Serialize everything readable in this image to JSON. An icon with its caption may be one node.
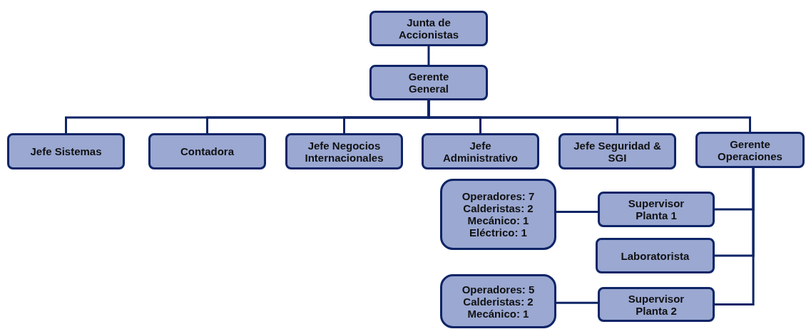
{
  "diagram": {
    "nodes": [
      {
        "text": [
          "Junta de Accionistas"
        ]
      },
      {
        "text": [
          "Gerente General"
        ]
      },
      {
        "text": [
          "Jefe Sistemas"
        ]
      },
      {
        "text": [
          "Contadora"
        ]
      },
      {
        "text": [
          "Jefe Negocios Internacionales"
        ]
      },
      {
        "text": [
          "Jefe Administrativo"
        ]
      },
      {
        "text": [
          "Jefe Seguridad & SGI"
        ]
      },
      {
        "text": [
          "Gerente Operaciones"
        ]
      },
      {
        "text": [
          "Operadores: 7",
          "Calderistas: 2",
          "Mecánico: 1",
          "Eléctrico: 1"
        ]
      },
      {
        "text": [
          "Supervisor Planta 1"
        ]
      },
      {
        "text": [
          "Laboratorista"
        ]
      },
      {
        "text": [
          "Operadores: 5",
          "Calderistas: 2",
          "Mecánico: 1"
        ]
      },
      {
        "text": [
          "Supervisor Planta 2"
        ]
      }
    ],
    "edges": [
      {
        "from": 0,
        "to": 1,
        "arrow": "none"
      },
      {
        "from": 1,
        "to": 2,
        "arrow": "none"
      },
      {
        "from": 1,
        "to": 3,
        "arrow": "none"
      },
      {
        "from": 1,
        "to": 4,
        "arrow": "none"
      },
      {
        "from": 1,
        "to": 5,
        "arrow": "none"
      },
      {
        "from": 1,
        "to": 6,
        "arrow": "none"
      },
      {
        "from": 1,
        "to": 7,
        "arrow": "none"
      },
      {
        "from": 7,
        "to": 9,
        "arrow": "none"
      },
      {
        "from": 7,
        "to": 10,
        "arrow": "none"
      },
      {
        "from": 7,
        "to": 12,
        "arrow": "none"
      },
      {
        "from": 9,
        "to": 8,
        "arrow": "none"
      },
      {
        "from": 12,
        "to": 11,
        "arrow": "none"
      }
    ]
  }
}
